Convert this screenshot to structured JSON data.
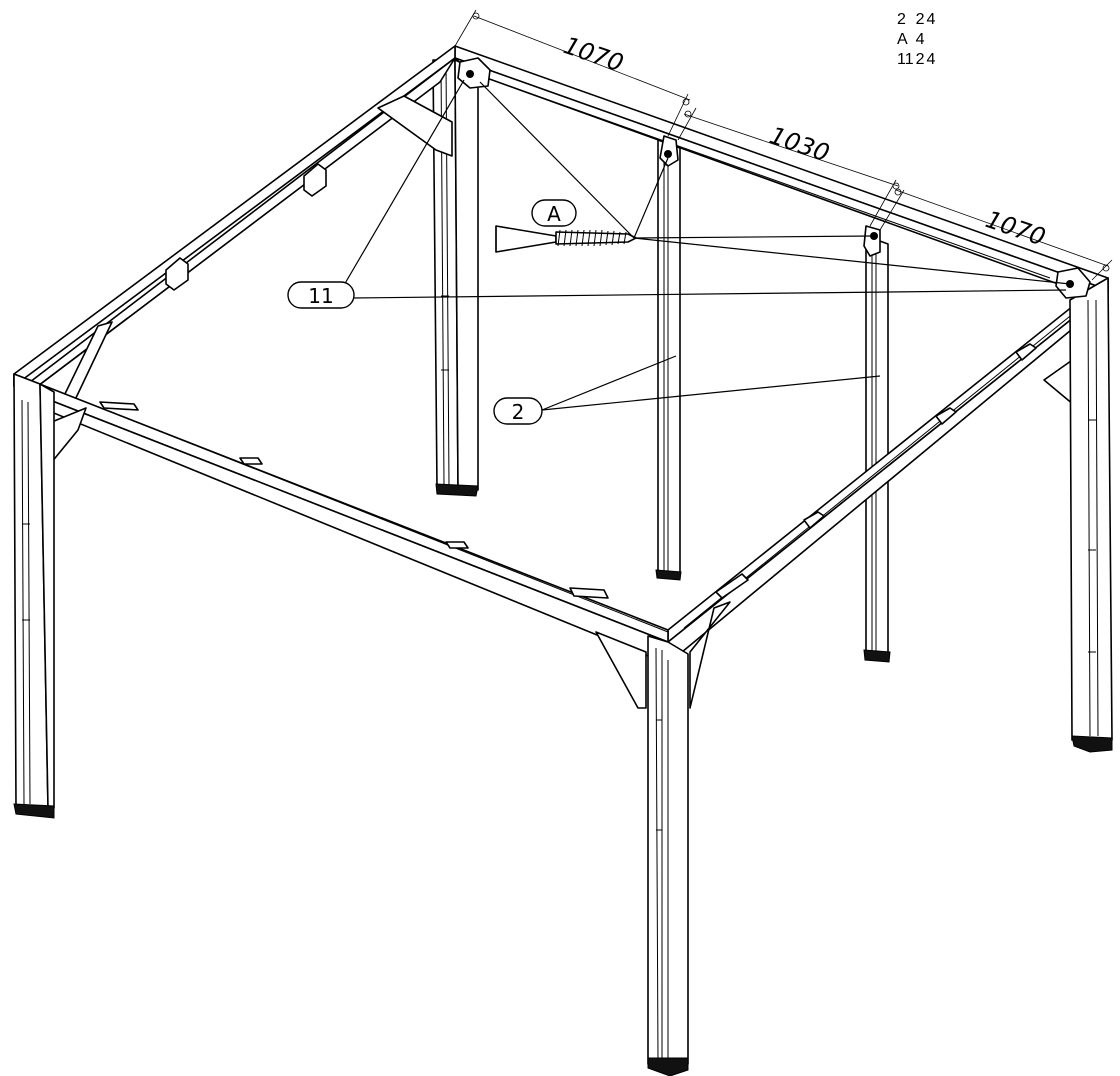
{
  "parts_table": {
    "rows": [
      {
        "part": "",
        "qty": "",
        "extra": ""
      },
      {
        "part": "2",
        "qty": "2",
        "extra": "4"
      },
      {
        "part": "A",
        "qty": "4",
        "extra": ""
      },
      {
        "part": "11",
        "qty": "2",
        "extra": "4"
      }
    ]
  },
  "dimensions": {
    "left_span": "1070",
    "middle_span": "1030",
    "right_span": "1070"
  },
  "callouts": {
    "screw": "A",
    "bracket": "11",
    "post": "2"
  }
}
